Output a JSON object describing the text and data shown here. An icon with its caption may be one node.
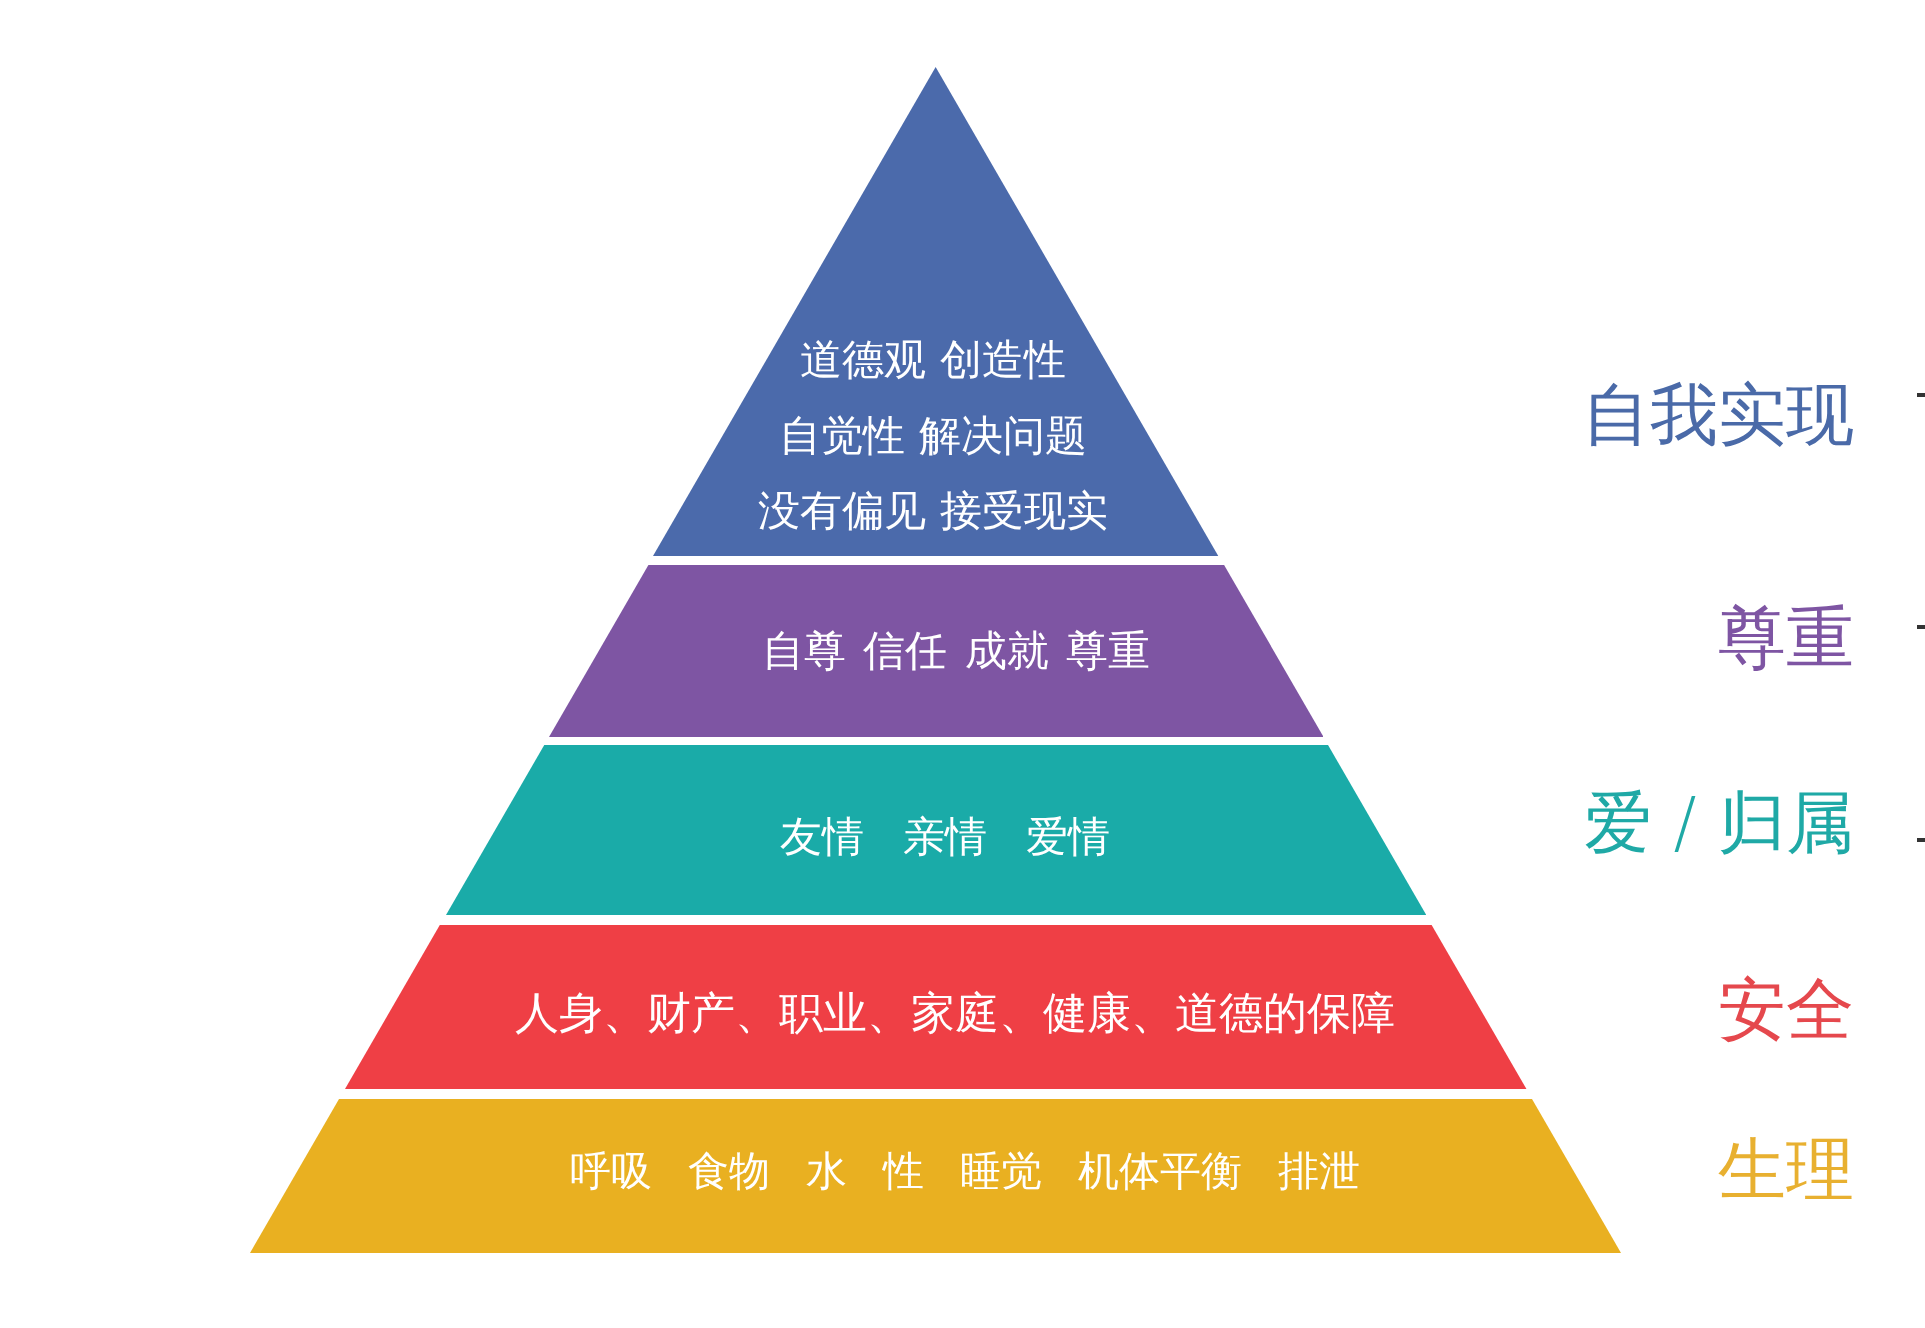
{
  "diagram": {
    "nodes": [
      {
        "text": [
          "道德观 创造性",
          "自觉性 解决问题",
          "没有偏见 接受现实"
        ]
      },
      {
        "text": [
          "自尊 信任 成就 尊重"
        ]
      },
      {
        "text": [
          "友情 亲情 爱情"
        ]
      },
      {
        "text": [
          "人身、财产、职业、家庭、健康、道德的保障"
        ]
      },
      {
        "text": [
          "呼吸 食物 水 性 睡觉 机体平衡 排泄"
        ]
      }
    ],
    "labels": [
      "自我实现",
      "尊重",
      "爱 / 归属",
      "安全",
      "生理"
    ]
  }
}
